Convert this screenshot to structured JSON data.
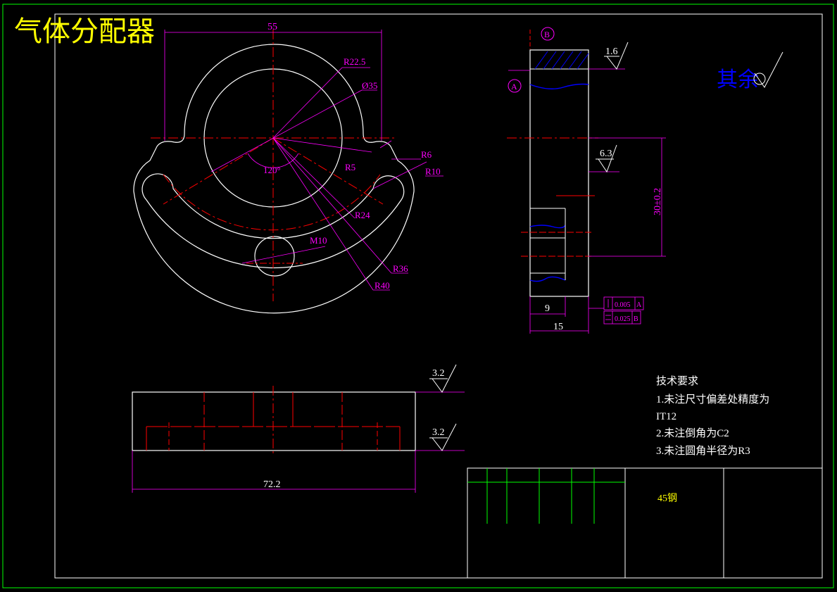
{
  "title": "气体分配器",
  "material": "45钢",
  "surface_finish_default": {
    "prefix": "其余"
  },
  "technical_requirements": {
    "heading": "技术要求",
    "lines": [
      "1.未注尺寸偏差处精度为",
      "IT12",
      "2.未注倒角为C2",
      "3.未注圆角半径为R3"
    ]
  },
  "front_view": {
    "dim_width": "55",
    "labels": {
      "r22_5": "R22.5",
      "d35": "Ø35",
      "r6": "R6",
      "r10": "R10",
      "r5": "R5",
      "r24": "R24",
      "angle": "120°",
      "m10": "M10",
      "r36": "R36",
      "r40": "R40"
    }
  },
  "side_view": {
    "datum_a": "A",
    "datum_b": "B",
    "roughness_top": "1.6",
    "roughness_mid": "6.3",
    "dim_height": "30±0.2",
    "dim_9": "9",
    "dim_15": "15",
    "tol_1_value": "0.005",
    "tol_1_ref": "A",
    "tol_2_value": "0.025",
    "tol_2_ref": "B"
  },
  "bottom_view": {
    "roughness_top": "3.2",
    "roughness_bottom": "3.2",
    "dim_length": "72.2"
  },
  "colors": {
    "border": "#00ff00",
    "outline": "#ffffff",
    "centerline": "#ff0000",
    "dimension": "#ff00ff",
    "hatch": "#0000ff",
    "title_text": "#ffff00",
    "finish_text": "#0000ff"
  }
}
